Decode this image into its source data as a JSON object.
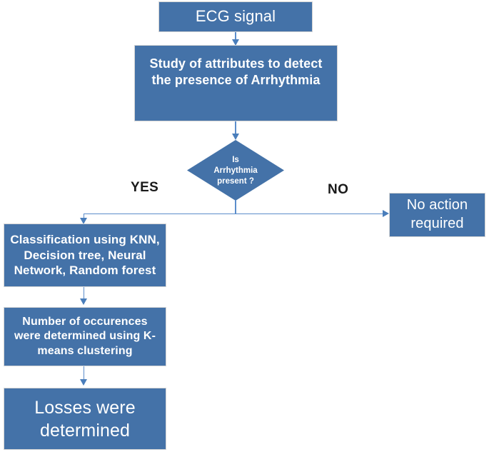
{
  "diagram": {
    "title": "Arrhythmia detection flowchart",
    "type": "flowchart",
    "colors": {
      "node_fill": "#4472A8",
      "node_border": "#D4D4D4",
      "node_text": "#FFFFFF",
      "connector": "#5B8DCB",
      "arrowhead": "#4A7EBB",
      "label_text": "#1A1A1A",
      "background": "#FFFFFF"
    },
    "nodes": {
      "ecg": {
        "label": "ECG signal",
        "shape": "rectangle"
      },
      "study": {
        "label": "Study of attributes to detect\nthe presence of Arrhythmia",
        "shape": "rectangle"
      },
      "decision": {
        "label": "Is\nArrhythmia\npresent ?",
        "shape": "diamond"
      },
      "no_action": {
        "label": "No action\nrequired",
        "shape": "rectangle"
      },
      "classify": {
        "label": "Classification using KNN,\nDecision tree, Neural\nNetwork, Random forest",
        "shape": "rectangle"
      },
      "kmeans": {
        "label": "Number of occurences\nwere determined using K-\nmeans clustering",
        "shape": "rectangle"
      },
      "losses": {
        "label": "Losses were\ndetermined",
        "shape": "rectangle"
      }
    },
    "branch_labels": {
      "yes": "YES",
      "no": "NO"
    },
    "edges": [
      {
        "from": "ecg",
        "to": "study",
        "label": ""
      },
      {
        "from": "study",
        "to": "decision",
        "label": ""
      },
      {
        "from": "decision",
        "to": "classify",
        "label": "YES"
      },
      {
        "from": "decision",
        "to": "no_action",
        "label": "NO"
      },
      {
        "from": "classify",
        "to": "kmeans",
        "label": ""
      },
      {
        "from": "kmeans",
        "to": "losses",
        "label": ""
      }
    ]
  }
}
